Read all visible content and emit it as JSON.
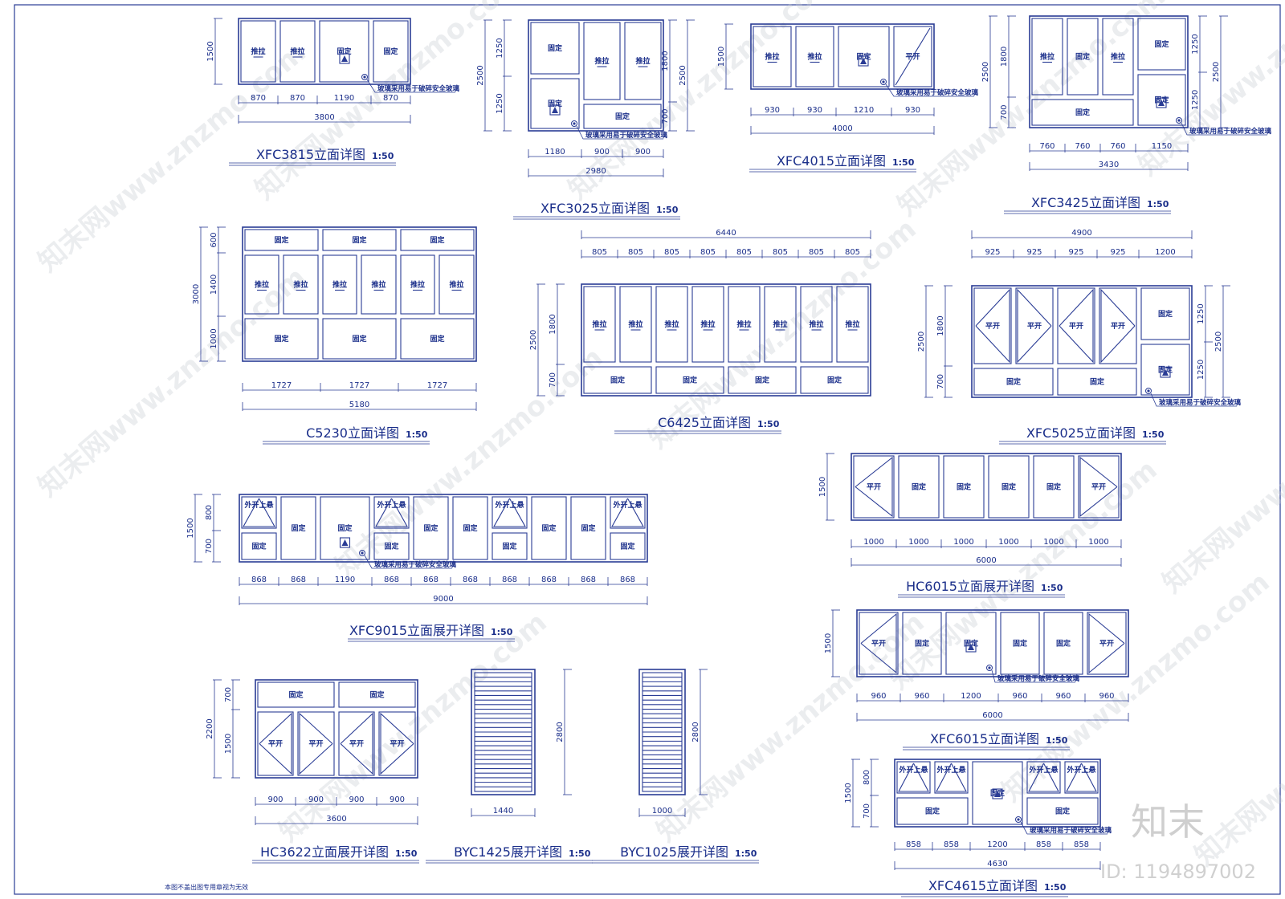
{
  "sheet_note": "本图不盖出图专用章视为无效",
  "logo": "知末",
  "id_label": "ID: 1194897002",
  "watermark": "知末网www.znzmo.com",
  "glass_note": "玻璃采用易于破碎安全玻璃",
  "scale": "1:50",
  "colors": {
    "line": "#2a3c95",
    "text": "#1a2e8a",
    "background": "#ffffff"
  },
  "drawings": [
    {
      "id": "xfc3815",
      "title": "XFC3815立面详图",
      "scale": "1:50",
      "panels": [
        "推拉",
        "推拉",
        "固定",
        "固定"
      ],
      "widths": [
        "870",
        "870",
        "1190",
        "870"
      ],
      "total_width": "3800",
      "heights": [
        "1500"
      ]
    },
    {
      "id": "xfc3025",
      "title": "XFC3025立面详图",
      "scale": "1:50",
      "panels": [
        "固定",
        "固定",
        "推拉",
        "推拉",
        "固定"
      ],
      "widths": [
        "1180",
        "900",
        "900"
      ],
      "total_width": "2980",
      "heights_left": [
        "1250",
        "1250"
      ],
      "total_height": "2500",
      "heights_right": [
        "1800",
        "700"
      ]
    },
    {
      "id": "xfc4015",
      "title": "XFC4015立面详图",
      "scale": "1:50",
      "panels": [
        "推拉",
        "推拉",
        "固定",
        "平开"
      ],
      "widths": [
        "930",
        "930",
        "1210",
        "930"
      ],
      "total_width": "4000",
      "heights": [
        "1500"
      ]
    },
    {
      "id": "xfc3425",
      "title": "XFC3425立面详图",
      "scale": "1:50",
      "panels": [
        "推拉",
        "固定",
        "推拉",
        "固定",
        "固定",
        "固定"
      ],
      "widths": [
        "760",
        "760",
        "760",
        "1150"
      ],
      "total_width": "3430",
      "total_height": "2500",
      "heights_left": [
        "1800",
        "700"
      ],
      "heights_right": [
        "1250",
        "1250"
      ]
    },
    {
      "id": "c5230",
      "title": "C5230立面详图",
      "scale": "1:50",
      "top_panels": [
        "固定",
        "固定",
        "固定"
      ],
      "mid_panels": [
        "推拉",
        "推拉",
        "推拉",
        "推拉",
        "推拉",
        "推拉"
      ],
      "bottom_panels": [
        "固定",
        "固定",
        "固定"
      ],
      "widths": [
        "1727",
        "1727",
        "1727"
      ],
      "total_width": "5180",
      "total_height": "3000",
      "heights": [
        "600",
        "1400",
        "1000"
      ]
    },
    {
      "id": "c6425",
      "title": "C6425立面详图",
      "scale": "1:50",
      "top_panels": [
        "推拉",
        "推拉",
        "推拉",
        "推拉",
        "推拉",
        "推拉",
        "推拉",
        "推拉"
      ],
      "bottom_panels": [
        "固定",
        "固定",
        "固定",
        "固定"
      ],
      "widths": [
        "805",
        "805",
        "805",
        "805",
        "805",
        "805",
        "805",
        "805"
      ],
      "total_width": "6440",
      "total_height": "2500",
      "heights": [
        "1800",
        "700"
      ]
    },
    {
      "id": "xfc5025",
      "title": "XFC5025立面详图",
      "scale": "1:50",
      "top_panels": [
        "平开",
        "平开",
        "平开",
        "平开"
      ],
      "bottom_panels": [
        "固定",
        "固定"
      ],
      "right_panels": [
        "固定",
        "固定"
      ],
      "widths": [
        "925",
        "925",
        "925",
        "925",
        "1200"
      ],
      "total_width": "4900",
      "total_height": "2500",
      "heights_left": [
        "1800",
        "700"
      ],
      "heights_right": [
        "1250",
        "1250"
      ]
    },
    {
      "id": "hc6015",
      "title": "HC6015立面展开详图",
      "scale": "1:50",
      "panels": [
        "平开",
        "固定",
        "固定",
        "固定",
        "固定",
        "平开"
      ],
      "widths": [
        "1000",
        "1000",
        "1000",
        "1000",
        "1000",
        "1000"
      ],
      "total_width": "6000",
      "heights": [
        "1500"
      ]
    },
    {
      "id": "xfc9015",
      "title": "XFC9015立面展开详图",
      "scale": "1:50",
      "top_label": "外开上悬",
      "fixed_label": "固定",
      "widths": [
        "868",
        "868",
        "1190",
        "868",
        "868",
        "868",
        "868",
        "868",
        "868",
        "868"
      ],
      "total_width": "9000",
      "total_height": "1500",
      "heights": [
        "800",
        "700"
      ]
    },
    {
      "id": "xfc6015",
      "title": "XFC6015立面详图",
      "scale": "1:50",
      "panels": [
        "平开",
        "固定",
        "固定",
        "固定",
        "固定",
        "平开"
      ],
      "widths": [
        "960",
        "960",
        "1200",
        "960",
        "960",
        "960"
      ],
      "total_width": "6000",
      "heights": [
        "1500"
      ]
    },
    {
      "id": "hc3622",
      "title": "HC3622立面展开详图",
      "scale": "1:50",
      "top_panels": [
        "固定",
        "固定"
      ],
      "bottom_panels": [
        "平开",
        "平开",
        "平开",
        "平开"
      ],
      "widths": [
        "900",
        "900",
        "900",
        "900"
      ],
      "total_width": "3600",
      "total_height": "2200",
      "heights": [
        "700",
        "1500"
      ]
    },
    {
      "id": "byc1425",
      "title": "BYC1425展开详图",
      "scale": "1:50",
      "total_width": "1440",
      "total_height": "2800"
    },
    {
      "id": "byc1025",
      "title": "BYC1025展开详图",
      "scale": "1:50",
      "total_width": "1000",
      "total_height": "2800"
    },
    {
      "id": "xfc4615",
      "title": "XFC4615立面详图",
      "scale": "1:50",
      "top_label": "外开上悬",
      "fixed_label": "固定",
      "widths": [
        "858",
        "858",
        "1200",
        "858",
        "858"
      ],
      "total_width": "4630",
      "total_height": "1500",
      "heights": [
        "800",
        "700"
      ]
    }
  ]
}
